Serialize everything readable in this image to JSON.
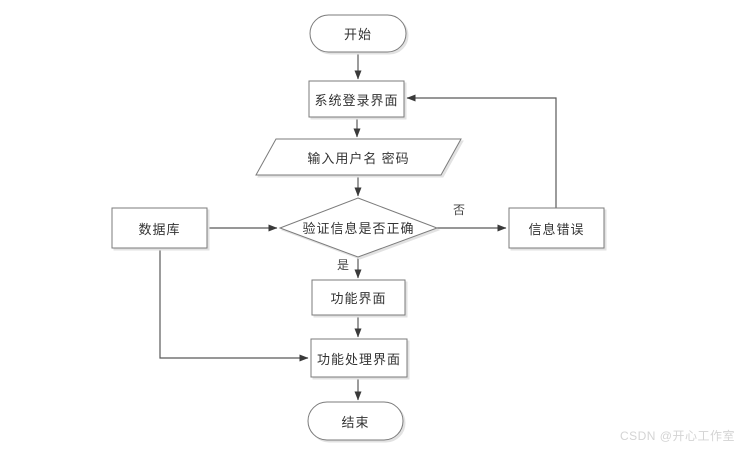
{
  "diagram": {
    "type": "flowchart",
    "background": "#ffffff",
    "colors": {
      "shape_border": "#7b7b7b",
      "shape_fill": "#ffffff",
      "line": "#595959",
      "arrowhead": "#3a3a3a",
      "text": "#333333",
      "shadow": "#e2e2e2",
      "watermark": "#d4d4d4"
    },
    "nodes": {
      "start": {
        "label": "开始",
        "shape": "terminator"
      },
      "login": {
        "label": "系统登录界面",
        "shape": "process"
      },
      "input": {
        "label": "输入用户名 密码",
        "shape": "data-parallelogram"
      },
      "verify": {
        "label": "验证信息是否正确",
        "shape": "decision-diamond"
      },
      "database": {
        "label": "数据库",
        "shape": "process"
      },
      "error": {
        "label": "信息错误",
        "shape": "process"
      },
      "function_ui": {
        "label": "功能界面",
        "shape": "process"
      },
      "function_process": {
        "label": "功能处理界面",
        "shape": "process"
      },
      "end": {
        "label": "结束",
        "shape": "terminator"
      }
    },
    "edge_labels": {
      "yes": "是",
      "no": "否"
    },
    "edges": [
      {
        "from": "开始",
        "to": "系统登录界面",
        "label": ""
      },
      {
        "from": "系统登录界面",
        "to": "输入用户名 密码",
        "label": ""
      },
      {
        "from": "输入用户名 密码",
        "to": "验证信息是否正确",
        "label": ""
      },
      {
        "from": "数据库",
        "to": "验证信息是否正确",
        "label": ""
      },
      {
        "from": "验证信息是否正确",
        "to": "信息错误",
        "label": "否"
      },
      {
        "from": "信息错误",
        "to": "系统登录界面",
        "label": ""
      },
      {
        "from": "验证信息是否正确",
        "to": "功能界面",
        "label": "是"
      },
      {
        "from": "功能界面",
        "to": "功能处理界面",
        "label": ""
      },
      {
        "from": "数据库",
        "to": "功能处理界面",
        "label": ""
      },
      {
        "from": "功能处理界面",
        "to": "结束",
        "label": ""
      }
    ],
    "watermark": "CSDN @开心工作室"
  }
}
